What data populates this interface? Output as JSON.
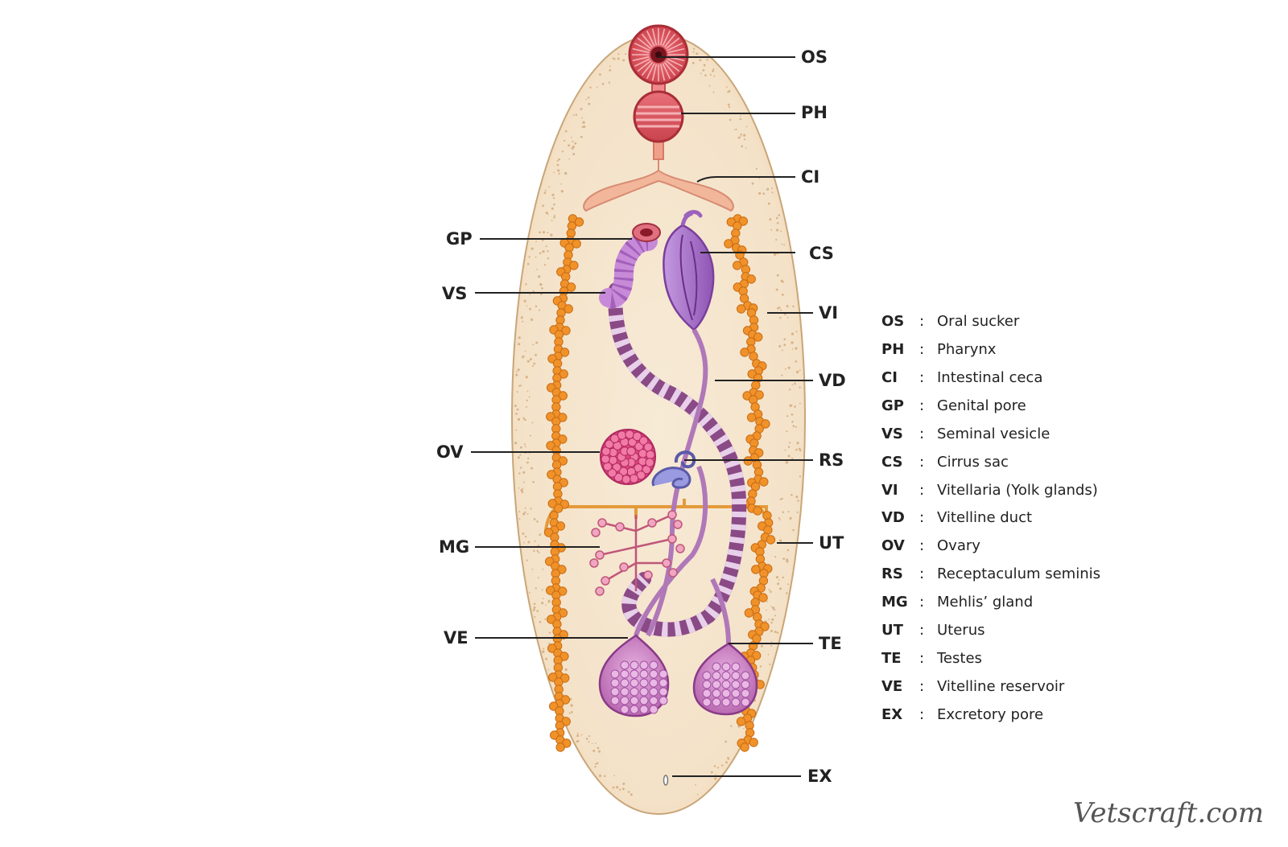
{
  "callouts": [
    {
      "code": "OS"
    },
    {
      "code": "PH"
    },
    {
      "code": "CI"
    },
    {
      "code": "GP"
    },
    {
      "code": "CS"
    },
    {
      "code": "VS"
    },
    {
      "code": "VI"
    },
    {
      "code": "VD"
    },
    {
      "code": "OV"
    },
    {
      "code": "RS"
    },
    {
      "code": "MG"
    },
    {
      "code": "UT"
    },
    {
      "code": "VE"
    },
    {
      "code": "TE"
    },
    {
      "code": "EX"
    }
  ],
  "legend": [
    {
      "code": "OS",
      "separator": ":",
      "desc": "Oral sucker"
    },
    {
      "code": "PH",
      "separator": ":",
      "desc": "Pharynx"
    },
    {
      "code": "CI",
      "separator": ":",
      "desc": "Intestinal ceca"
    },
    {
      "code": "GP",
      "separator": ":",
      "desc": "Genital pore"
    },
    {
      "code": "VS",
      "separator": ":",
      "desc": "Seminal vesicle"
    },
    {
      "code": "CS",
      "separator": ":",
      "desc": "Cirrus sac"
    },
    {
      "code": "VI",
      "separator": ":",
      "desc": "Vitellaria (Yolk glands)"
    },
    {
      "code": "VD",
      "separator": ":",
      "desc": "Vitelline duct"
    },
    {
      "code": "OV",
      "separator": ":",
      "desc": "Ovary"
    },
    {
      "code": "RS",
      "separator": ":",
      "desc": "Receptaculum seminis"
    },
    {
      "code": "MG",
      "separator": ":",
      "desc": "Mehlis’ gland"
    },
    {
      "code": "UT",
      "separator": ":",
      "desc": "Uterus"
    },
    {
      "code": "TE",
      "separator": ":",
      "desc": "Testes"
    },
    {
      "code": "VE",
      "separator": ":",
      "desc": "Vitelline reservoir"
    },
    {
      "code": "EX",
      "separator": ":",
      "desc": "Excretory pore"
    }
  ],
  "watermark": "Vetscraft.com",
  "colors": {
    "body_fill": "#f6e6cf",
    "vitellaria": "#f0922a",
    "sucker": "#d8505a",
    "uterus": "#8a4a86",
    "ovary": "#e0457d",
    "testes": "#c878c0",
    "cirrus_sac": "#a066c0",
    "receptaculum": "#8a8ad0",
    "leader_line": "#222222"
  }
}
